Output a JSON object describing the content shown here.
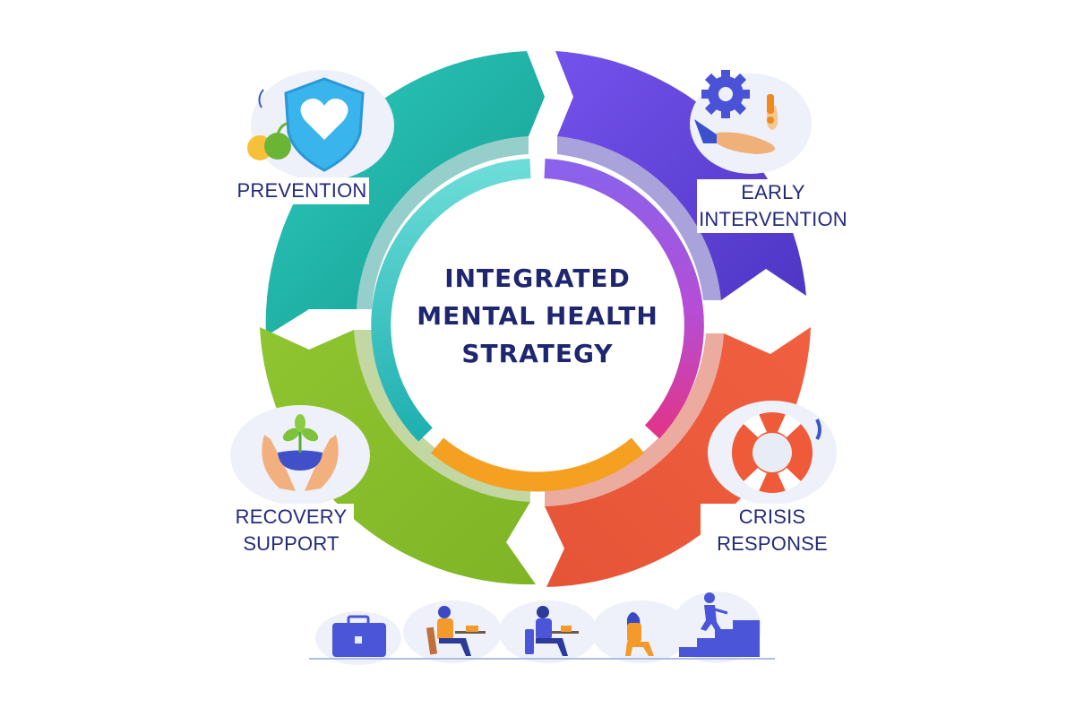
{
  "title": {
    "lines": [
      "INTEGRATED",
      "MENTAL HEALTH",
      "STRATEGY"
    ]
  },
  "segments": [
    {
      "id": "prevention",
      "lines": [
        "PREVENTION"
      ],
      "color": "#26bfb3",
      "shade": "#1a9e95",
      "icon": "shield-heart-icon"
    },
    {
      "id": "early-intervention",
      "lines": [
        "EARLY",
        "INTERVENTION"
      ],
      "color": "#6a4ce6",
      "shade": "#5438c8",
      "icon": "gear-hand-alert-icon"
    },
    {
      "id": "crisis-response",
      "lines": [
        "CRISIS",
        "RESPONSE"
      ],
      "color": "#f0603f",
      "shade": "#d84a2e",
      "icon": "lifebuoy-icon"
    },
    {
      "id": "recovery-support",
      "lines": [
        "RECOVERY",
        "SUPPORT"
      ],
      "color": "#8cc22c",
      "shade": "#74a81e",
      "icon": "hands-plant-icon"
    }
  ],
  "inner_ring_colors": {
    "teal": "#3fc8c4",
    "purple": "#8a5ae8",
    "magenta": "#d63b8f",
    "orange": "#f5a020"
  },
  "bottom_strip": {
    "icons": [
      "briefcase-icon",
      "person-at-desk-icon",
      "person-at-laptop-icon",
      "person-seated-icon",
      "person-climbing-stairs-icon"
    ]
  },
  "colors": {
    "text_dark_blue": "#232a7a",
    "icon_blue": "#4a55d8",
    "icon_orange": "#f39a2a",
    "bubble_bg": "#eef1fa"
  }
}
